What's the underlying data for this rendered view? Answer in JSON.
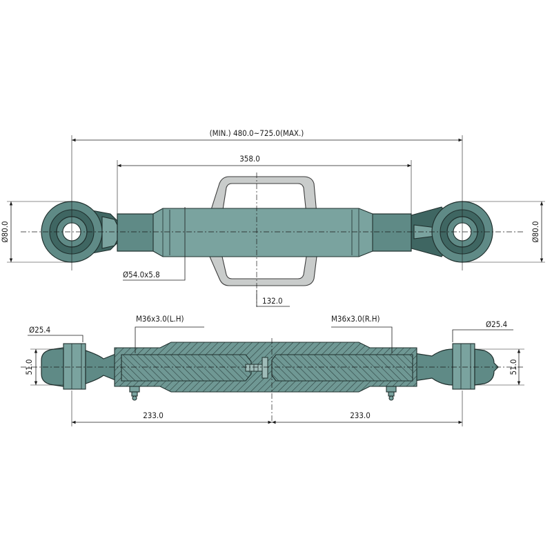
{
  "dimensions": {
    "overall_length": "(MIN.) 480.0~725.0(MAX.)",
    "tube_length": "358.0",
    "tube_section": "Ø54.0x5.8",
    "handle_width": "132.0",
    "left_end_height": "Ø80.0",
    "right_end_height": "Ø80.0",
    "left_thread": "M36x3.0(L.H)",
    "right_thread": "M36x3.0(R.H)",
    "left_bore": "Ø25.4",
    "right_bore": "Ø25.4",
    "left_ball_width": "51.0",
    "right_ball_width": "51.0",
    "left_half_length": "233.0",
    "right_half_length": "233.0"
  },
  "colors": {
    "steel": "#5f8a86",
    "handle": "#c9cccb",
    "line": "#1a1a1a"
  }
}
